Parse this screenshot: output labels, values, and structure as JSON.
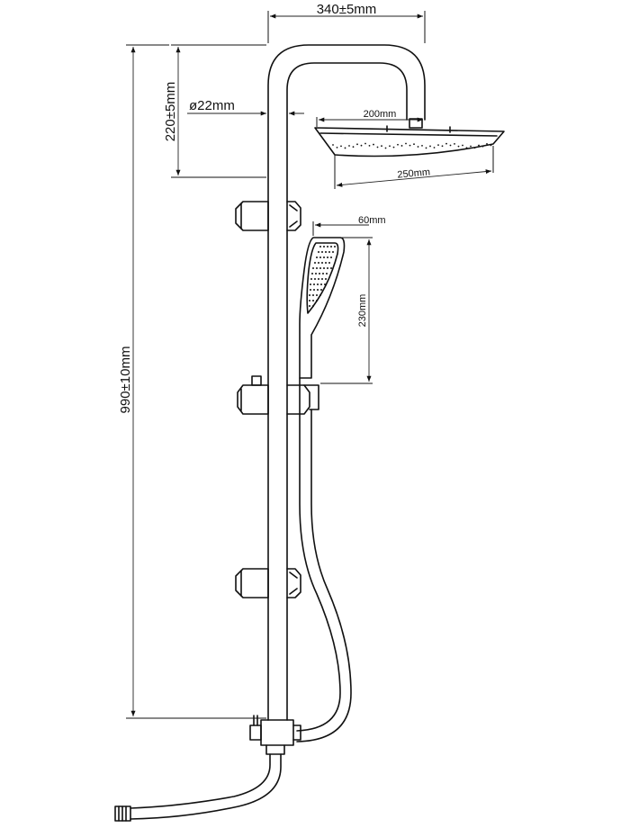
{
  "dimensions": {
    "overall_width": "340±5mm",
    "arm_drop": "220±5mm",
    "pipe_diameter": "ø22mm",
    "head_top_width": "200mm",
    "head_bottom_width": "250mm",
    "hand_shower_width": "60mm",
    "hand_shower_length": "230mm",
    "overall_height": "990±10mm"
  },
  "icons": {
    "shower_head": "overhead-rain-shower-head-icon",
    "hand_shower": "hand-shower-icon",
    "bracket": "rail-bracket-icon",
    "slider": "sliding-holder-icon",
    "diverter": "diverter-valve-icon",
    "hose": "flexible-hose-icon"
  }
}
